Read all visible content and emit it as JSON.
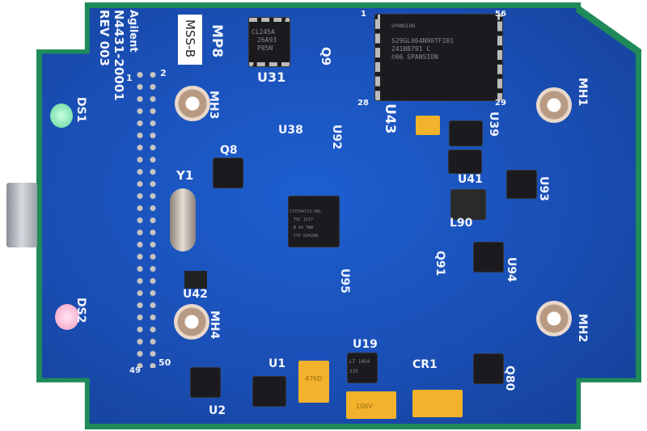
{
  "board": {
    "maker": "Agilent",
    "part_number": "N4431-20001",
    "revision": "REV 003",
    "sticker": "MSS-B",
    "mount_label": "MP8"
  },
  "refdes": {
    "u31": "U31",
    "q9": "Q9",
    "u43": "U43",
    "mh1": "MH1",
    "mh2": "MH2",
    "mh3": "MH3",
    "mh4": "MH4",
    "ds1": "DS1",
    "ds2": "DS2",
    "u38": "U38",
    "u92": "U92",
    "q8": "Q8",
    "y1": "Y1",
    "u39": "U39",
    "u41": "U41",
    "u93": "U93",
    "l90": "L90",
    "q91": "Q91",
    "u94": "U94",
    "u95": "U95",
    "u42": "U42",
    "u1": "U1",
    "u19": "U19",
    "cr1": "CR1",
    "q80": "Q80",
    "u2": "U2"
  },
  "pin_labels": {
    "p1": "1",
    "p2": "2",
    "p49": "49",
    "p50": "50",
    "p28": "28",
    "p29": "29",
    "p56": "56",
    "p1b": "1"
  },
  "chip_markings": {
    "flash": [
      "S29GL064N90TFI01",
      "241BB791 C",
      "©06 SPANSION"
    ],
    "flash_logo": "SPANSION",
    "u31": [
      "CL245A",
      "26A93",
      "P05N"
    ],
    "usb_ctrl": [
      "CY7C64713-56L",
      "TXC 1237",
      "B 04 TWN",
      "CYP 634288"
    ],
    "u19": [
      "LT 1054",
      "235"
    ],
    "u1_cap": "476D",
    "tant2": "106V"
  }
}
